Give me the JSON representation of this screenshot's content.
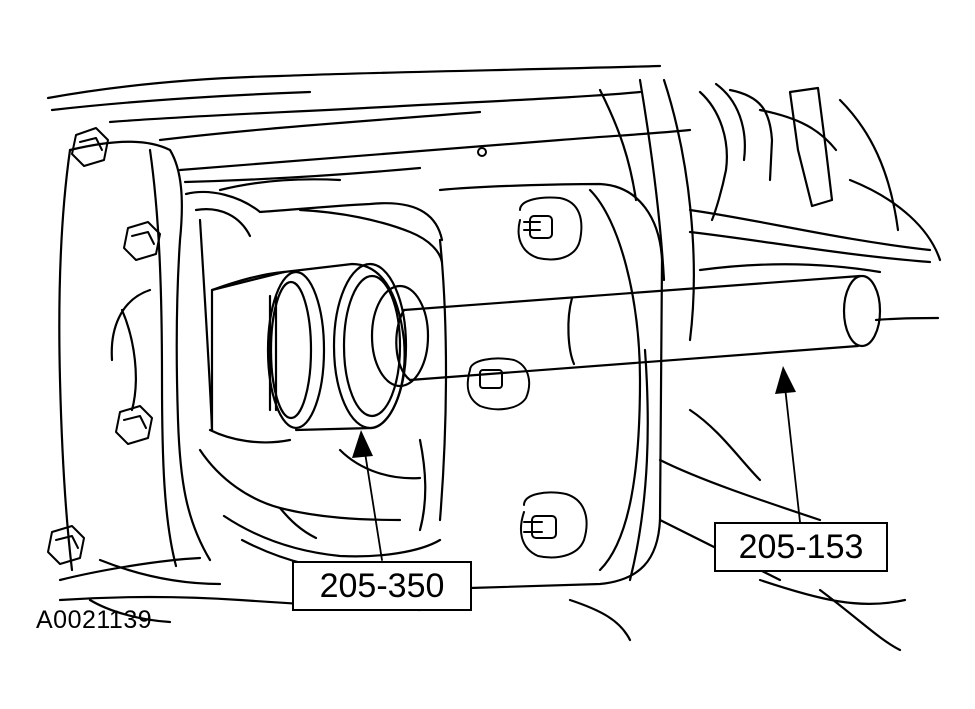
{
  "figure": {
    "id_label": "A0021139",
    "callouts": [
      {
        "key": "tool-205-350",
        "text": "205-350",
        "meaning": "installer/remover cup tool on bearing housing"
      },
      {
        "key": "tool-205-153",
        "text": "205-153",
        "meaning": "handle"
      }
    ]
  },
  "colors": {
    "ink": "#000000",
    "paper": "#ffffff"
  }
}
